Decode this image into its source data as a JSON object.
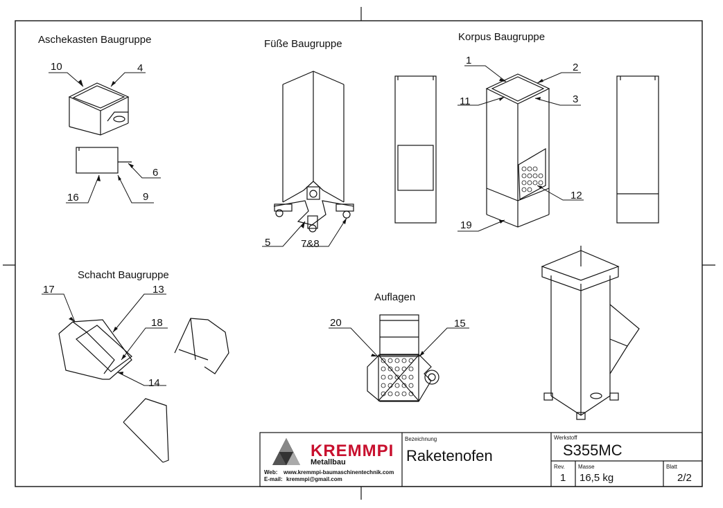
{
  "sections": {
    "aschekasten": "Aschekasten Baugruppe",
    "fuesse": "Füße Baugruppe",
    "korpus": "Korpus Baugruppe",
    "schacht": "Schacht Baugruppe",
    "auflagen": "Auflagen"
  },
  "part_numbers": {
    "p10": "10",
    "p4": "4",
    "p6": "6",
    "p16": "16",
    "p9": "9",
    "p5": "5",
    "p7_8": "7&8",
    "p1": "1",
    "p2": "2",
    "p11": "11",
    "p3": "3",
    "p12": "12",
    "p19": "19",
    "p17": "17",
    "p13": "13",
    "p18": "18",
    "p14": "14",
    "p20": "20",
    "p15": "15"
  },
  "title_block": {
    "company": "KREMMPI",
    "company_sub": "Metallbau",
    "web_label": "Web:",
    "web": "www.kremmpi-baumaschinentechnik.com",
    "email_label": "E-mail:",
    "email": "kremmpi@gmail.com",
    "bezeichnung_label": "Bezeichnung",
    "bezeichnung": "Raketenofen",
    "werkstoff_label": "Werkstoff",
    "werkstoff": "S355MC",
    "rev_label": "Rev.",
    "rev": "1",
    "masse_label": "Masse",
    "masse": "16,5 kg",
    "blatt_label": "Blatt",
    "blatt": "2/2"
  },
  "colors": {
    "line": "#111111",
    "logo_red": "#c8102e"
  }
}
